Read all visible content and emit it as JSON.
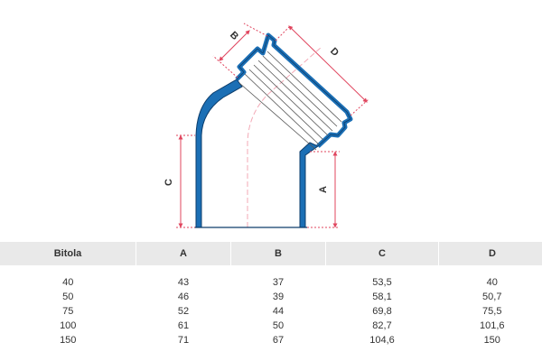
{
  "drawing": {
    "dimension_labels": {
      "a": "A",
      "b": "B",
      "c": "C",
      "d": "D"
    },
    "colors": {
      "pipe_fill": "#1b6fb5",
      "pipe_outline": "#0d3d6b",
      "dimension_line": "#e0455e",
      "centerline": "#f3a9b6"
    }
  },
  "table": {
    "header_background": "#e9e9e9",
    "columns": [
      "Bitola",
      "A",
      "B",
      "C",
      "D"
    ],
    "rows": [
      [
        "40",
        "43",
        "37",
        "53,5",
        "40"
      ],
      [
        "50",
        "46",
        "39",
        "58,1",
        "50,7"
      ],
      [
        "75",
        "52",
        "44",
        "69,8",
        "75,5"
      ],
      [
        "100",
        "61",
        "50",
        "82,7",
        "101,6"
      ],
      [
        "150",
        "71",
        "67",
        "104,6",
        "150"
      ]
    ]
  }
}
